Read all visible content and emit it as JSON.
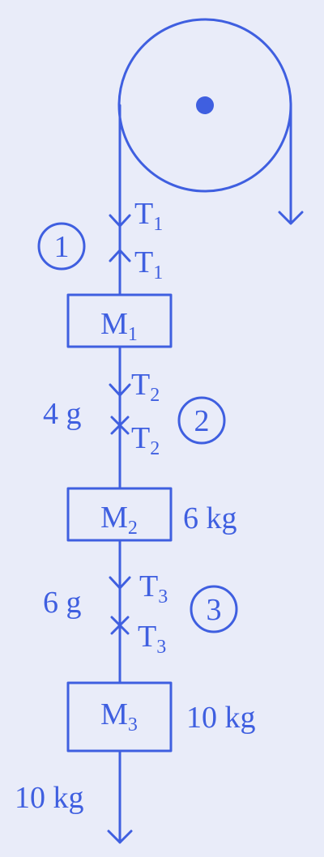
{
  "colors": {
    "ink": "#3f5fe0",
    "background": "#e9ecf9"
  },
  "tensions": {
    "t1_upper": {
      "base": "T",
      "sub": "1"
    },
    "t1_lower": {
      "base": "T",
      "sub": "1"
    },
    "t2_upper": {
      "base": "T",
      "sub": "2"
    },
    "t2_lower": {
      "base": "T",
      "sub": "2"
    },
    "t3_upper": {
      "base": "T",
      "sub": "3"
    },
    "t3_lower": {
      "base": "T",
      "sub": "3"
    }
  },
  "points": {
    "p1": "1",
    "p2": "2",
    "p3": "3"
  },
  "masses": {
    "m1": {
      "base": "M",
      "sub": "1"
    },
    "m2": {
      "base": "M",
      "sub": "2"
    },
    "m3": {
      "base": "M",
      "sub": "3"
    }
  },
  "annotations": {
    "force_4g": "4 g",
    "mass_6kg": "6 kg",
    "force_6g": "6 g",
    "mass_10kg_right": "10 kg",
    "mass_10kg_left": "10 kg"
  }
}
